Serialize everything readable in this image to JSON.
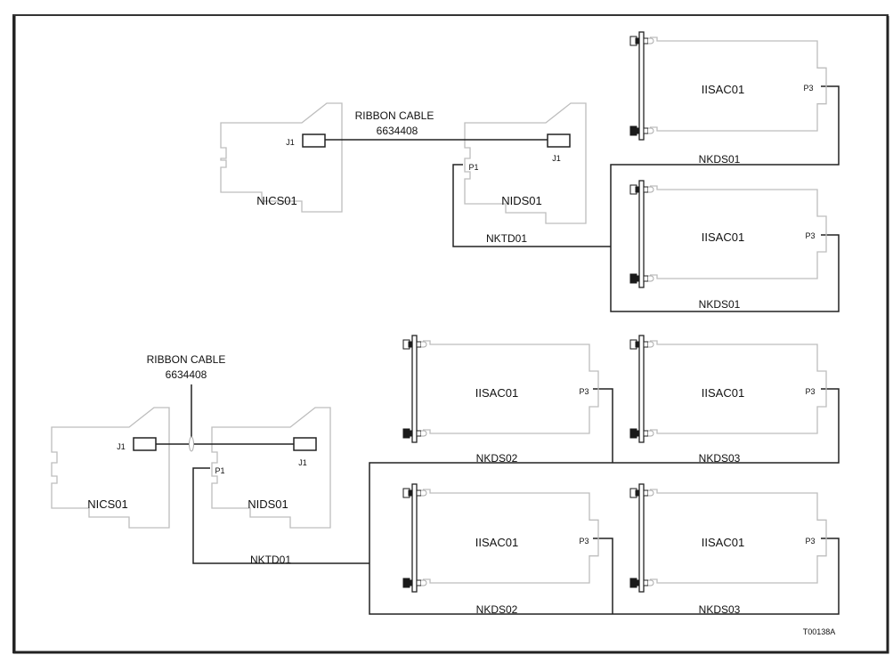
{
  "diagram": {
    "title_code": "T00138A",
    "top_group": {
      "cable_label_line1": "RIBBON CABLE",
      "cable_label_line2": "6634408",
      "interface_board": {
        "name": "NICS01",
        "connector": "J1"
      },
      "slave_board": {
        "name": "NIDS01",
        "connector_j": "J1",
        "connector_p": "P1"
      },
      "termination_cable": "NKTD01",
      "modules": [
        {
          "name": "IISAC01",
          "connector": "P3",
          "cable": "NKDS01"
        },
        {
          "name": "IISAC01",
          "connector": "P3",
          "cable": "NKDS01"
        }
      ]
    },
    "bottom_group": {
      "cable_label_line1": "RIBBON CABLE",
      "cable_label_line2": "6634408",
      "interface_board": {
        "name": "NICS01",
        "connector": "J1"
      },
      "slave_board": {
        "name": "NIDS01",
        "connector_j": "J1",
        "connector_p": "P1"
      },
      "termination_cable": "NKTD01",
      "modules": [
        {
          "name": "IISAC01",
          "connector": "P3",
          "cable": "NKDS02"
        },
        {
          "name": "IISAC01",
          "connector": "P3",
          "cable": "NKDS03"
        },
        {
          "name": "IISAC01",
          "connector": "P3",
          "cable": "NKDS02"
        },
        {
          "name": "IISAC01",
          "connector": "P3",
          "cable": "NKDS03"
        }
      ]
    }
  }
}
